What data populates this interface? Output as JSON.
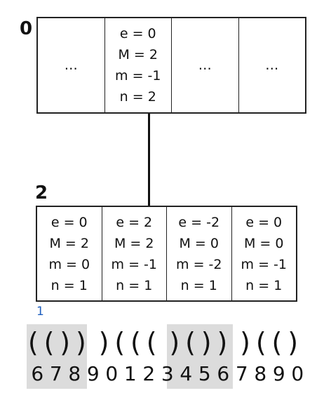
{
  "top_node": {
    "label": "0",
    "cells": [
      {
        "lines": [
          "…"
        ]
      },
      {
        "lines": [
          "e = 0",
          "M = 2",
          "m = -1",
          "n = 2"
        ]
      },
      {
        "lines": [
          "…"
        ]
      },
      {
        "lines": [
          "…"
        ]
      }
    ]
  },
  "bottom_node": {
    "label": "2",
    "cells": [
      {
        "lines": [
          "e = 0",
          "M = 2",
          "m = 0",
          "n = 1"
        ]
      },
      {
        "lines": [
          "e = 2",
          "M = 2",
          "m = -1",
          "n = 1"
        ]
      },
      {
        "lines": [
          "e = -2",
          "M = 0",
          "m = -2",
          "n = 1"
        ]
      },
      {
        "lines": [
          "e = 0",
          "M = 0",
          "m = -1",
          "n = 1"
        ]
      }
    ]
  },
  "range_label": "1",
  "sequence": {
    "chars": [
      "(",
      "(",
      ")",
      ")",
      "",
      ")",
      "(",
      "(",
      "(",
      "",
      ")",
      "(",
      ")",
      ")",
      "",
      ")",
      "(",
      "(",
      ")"
    ],
    "digits": [
      "6",
      "7",
      "8",
      "9",
      "0",
      "1",
      "2",
      "3",
      "4",
      "5",
      "6",
      "7",
      "8",
      "9",
      "0"
    ]
  },
  "colors": {
    "highlight": "#dcdcdc",
    "range_label": "#1f5fbf"
  }
}
